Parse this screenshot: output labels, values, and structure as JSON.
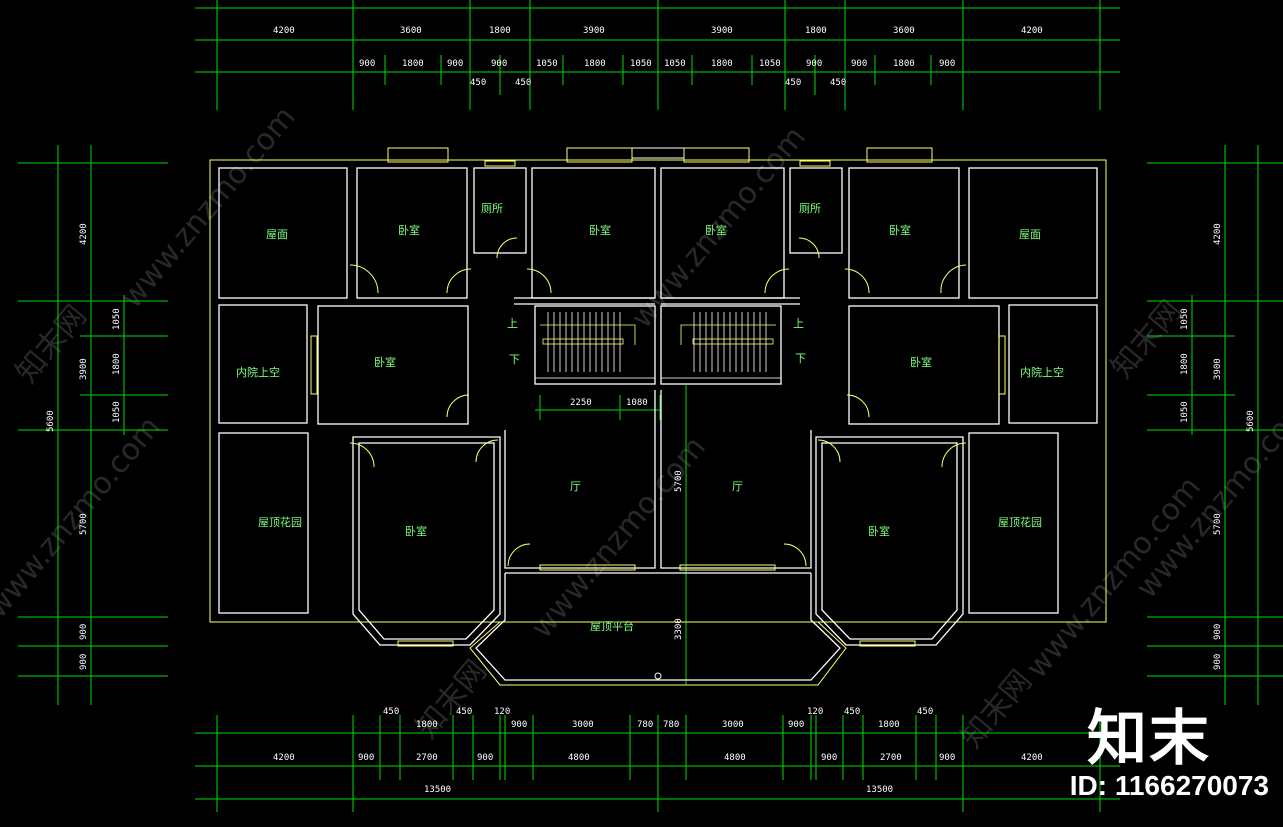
{
  "rooms": {
    "roof_left": "屋面",
    "bed_1": "卧室",
    "bath_left": "厕所",
    "bed_2": "卧室",
    "bed_3": "卧室",
    "bath_right": "厕所",
    "bed_4": "卧室",
    "roof_right": "屋面",
    "void_left": "内院上空",
    "bed_5": "卧室",
    "stair_up_l": "上",
    "stair_dn_l": "下",
    "stair_up_r": "上",
    "stair_dn_r": "下",
    "bed_6": "卧室",
    "void_right": "内院上空",
    "garden_left": "屋顶花园",
    "bed_7": "卧室",
    "hall_left": "厅",
    "hall_right": "厅",
    "bed_8": "卧室",
    "garden_right": "屋顶花园",
    "terrace": "屋顶平台"
  },
  "dims": {
    "top_row1": [
      "4200",
      "3600",
      "1800",
      "3900",
      "3900",
      "1800",
      "3600",
      "4200"
    ],
    "top_row2": [
      "900",
      "1800",
      "900",
      "900",
      "1050",
      "1800",
      "1050",
      "1050",
      "1800",
      "1050",
      "900",
      "900",
      "1800",
      "900"
    ],
    "top_row3": [
      "450",
      "450",
      "450",
      "450"
    ],
    "bottom_row1": [
      "450",
      "1800",
      "450",
      "120",
      "900",
      "3000",
      "780",
      "780",
      "3000",
      "900",
      "120",
      "450",
      "1800",
      "450"
    ],
    "bottom_row2": [
      "4200",
      "900",
      "2700",
      "900",
      "4800",
      "4800",
      "900",
      "2700",
      "900",
      "4200"
    ],
    "bottom_row3": [
      "13500",
      "13500"
    ],
    "left_outer": [
      "4200",
      "3900",
      "5700",
      "900",
      "900"
    ],
    "left_inner": [
      "1050",
      "1800",
      "1050"
    ],
    "left_total": "5600",
    "right_outer": [
      "4200",
      "3900",
      "5700",
      "900",
      "900"
    ],
    "right_inner": [
      "1050",
      "1800",
      "1050"
    ],
    "right_total": "5600",
    "stair_w1": "2250",
    "stair_w2": "1080",
    "hall_depth": "5700",
    "terrace_depth": "3300"
  },
  "watermark": "www.znzmo.com",
  "watermark_cn": "知末网",
  "logo": {
    "brand": "知末",
    "id": "ID: 1166270073"
  },
  "colors": {
    "wall": "#ffffff",
    "dim_line": "#00dd00",
    "frame": "#ffff66",
    "room_text": "#7CFF7C",
    "background": "#000000"
  }
}
